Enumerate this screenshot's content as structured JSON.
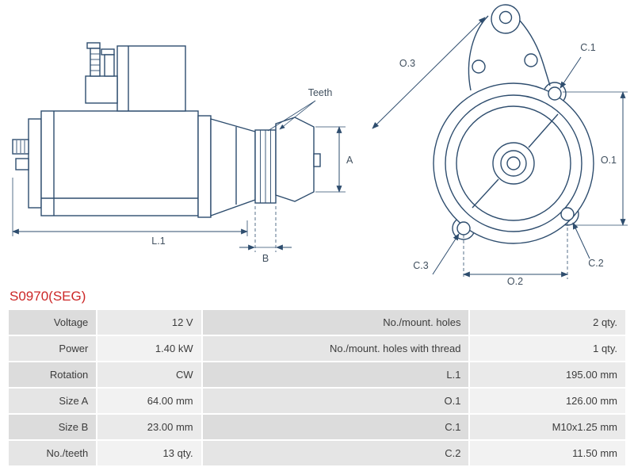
{
  "part_number": "S0970(SEG)",
  "diagram": {
    "labels": {
      "teeth": "Teeth",
      "a": "A",
      "b": "B",
      "l1": "L.1",
      "o1": "O.1",
      "o2": "O.2",
      "o3": "O.3",
      "c1": "C.1",
      "c2": "C.2",
      "c3": "C.3"
    }
  },
  "table": {
    "rows": [
      {
        "c0": "Voltage",
        "c1": "12 V",
        "c2": "No./mount. holes",
        "c3": "2 qty."
      },
      {
        "c0": "Power",
        "c1": "1.40 kW",
        "c2": "No./mount. holes with thread",
        "c3": "1 qty."
      },
      {
        "c0": "Rotation",
        "c1": "CW",
        "c2": "L.1",
        "c3": "195.00 mm"
      },
      {
        "c0": "Size A",
        "c1": "64.00 mm",
        "c2": "O.1",
        "c3": "126.00 mm"
      },
      {
        "c0": "Size B",
        "c1": "23.00 mm",
        "c2": "C.1",
        "c3": "M10x1.25 mm"
      },
      {
        "c0": "No./teeth",
        "c1": "13 qty.",
        "c2": "C.2",
        "c3": "11.50 mm"
      }
    ]
  },
  "colors": {
    "part_number_red": "#cc2727",
    "drawing_stroke": "#2e4d6e",
    "cell_dark": "#dcdcdc",
    "cell_light": "#f2f2f2"
  }
}
